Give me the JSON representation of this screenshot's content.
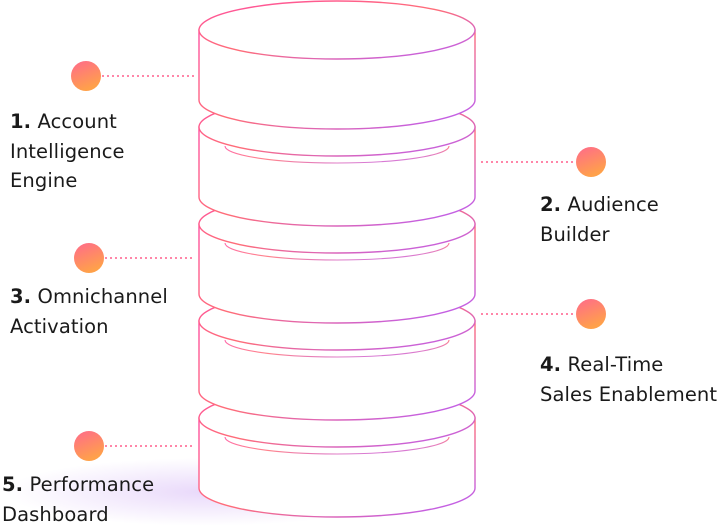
{
  "colors": {
    "stroke_start": "#ff4fa0",
    "stroke_mid": "#ff6d78",
    "stroke_end": "#b45cff",
    "dot_top": "#ff6a8c",
    "dot_bottom": "#ffa14a",
    "shadow": "#e8d7fa"
  },
  "icons": {
    "connector_dot": "gradient-circle-icon"
  },
  "layers": [
    {
      "id": "layer-1",
      "number": "1.",
      "lines": [
        "Account",
        "Intelligence",
        "Engine"
      ],
      "side": "left"
    },
    {
      "id": "layer-2",
      "number": "2.",
      "lines": [
        "Audience",
        "Builder"
      ],
      "side": "right"
    },
    {
      "id": "layer-3",
      "number": "3.",
      "lines": [
        "Omnichannel",
        "Activation"
      ],
      "side": "left"
    },
    {
      "id": "layer-4",
      "number": "4.",
      "lines": [
        "Real-Time",
        "Sales Enablement"
      ],
      "side": "right"
    },
    {
      "id": "layer-5",
      "number": "5.",
      "lines": [
        "Performance",
        "Dashboard"
      ],
      "side": "left"
    }
  ]
}
